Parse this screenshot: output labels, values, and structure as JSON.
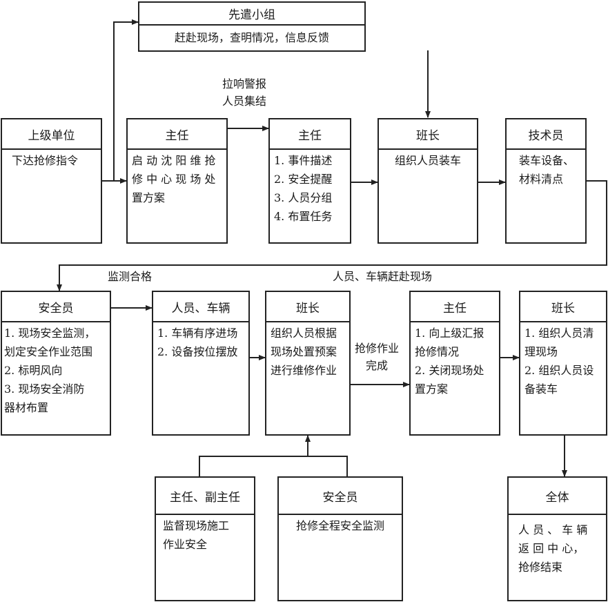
{
  "advance_team": {
    "title": "先遣小组",
    "lines": [
      "赶赴现场，查明情况，信息反馈"
    ]
  },
  "superior": {
    "title": "上级单位",
    "lines": [
      "下达抢修指令"
    ]
  },
  "director1": {
    "title": "主任",
    "lines": [
      "启 动 沈 阳 维 抢",
      "修 中 心 现 场 处",
      "置方案"
    ]
  },
  "director2": {
    "title": "主任",
    "lines": [
      "1. 事件描述",
      "2. 安全提醒",
      "3. 人员分组",
      "4. 布置任务"
    ]
  },
  "leader1": {
    "title": "班长",
    "lines": [
      "组织人员装车"
    ]
  },
  "technician": {
    "title": "技术员",
    "lines": [
      "装车设备、",
      "材料清点"
    ]
  },
  "safety_officer1": {
    "title": "安全员",
    "lines": [
      "1. 现场安全监测，",
      "划定安全作业范围",
      "2. 标明风向",
      "3. 现场安全消防",
      "器材布置"
    ]
  },
  "personnel_vehicles": {
    "title": "人员、车辆",
    "lines": [
      "1. 车辆有序进场",
      "2. 设备按位摆放"
    ]
  },
  "leader2": {
    "title": "班长",
    "lines": [
      "组织人员根据",
      "现场处置预案",
      "进行维修作业"
    ]
  },
  "director3": {
    "title": "主任",
    "lines": [
      "1. 向上级汇报",
      "抢修情况",
      "2. 关闭现场处",
      "置方案"
    ]
  },
  "leader3": {
    "title": "班长",
    "lines": [
      "1. 组织人员清",
      "理现场",
      "2. 组织人员设",
      "备装车"
    ]
  },
  "supervisors": {
    "title": "主任、副主任",
    "lines": [
      "监督现场施工",
      "作业安全"
    ]
  },
  "safety_officer2": {
    "title": "安全员",
    "lines": [
      "抢修全程安全监测"
    ]
  },
  "everyone": {
    "title": "全体",
    "lines": [
      "人 员 、 车 辆",
      "返 回 中 心，",
      "抢修结束"
    ]
  },
  "labels": {
    "alarm": [
      "拉响警报",
      "人员集结"
    ],
    "monitor_ok": [
      "监测合格"
    ],
    "arrive": [
      "人员、车辆赶赴现场"
    ],
    "repair_done": [
      "抢修作业",
      "完成"
    ]
  }
}
